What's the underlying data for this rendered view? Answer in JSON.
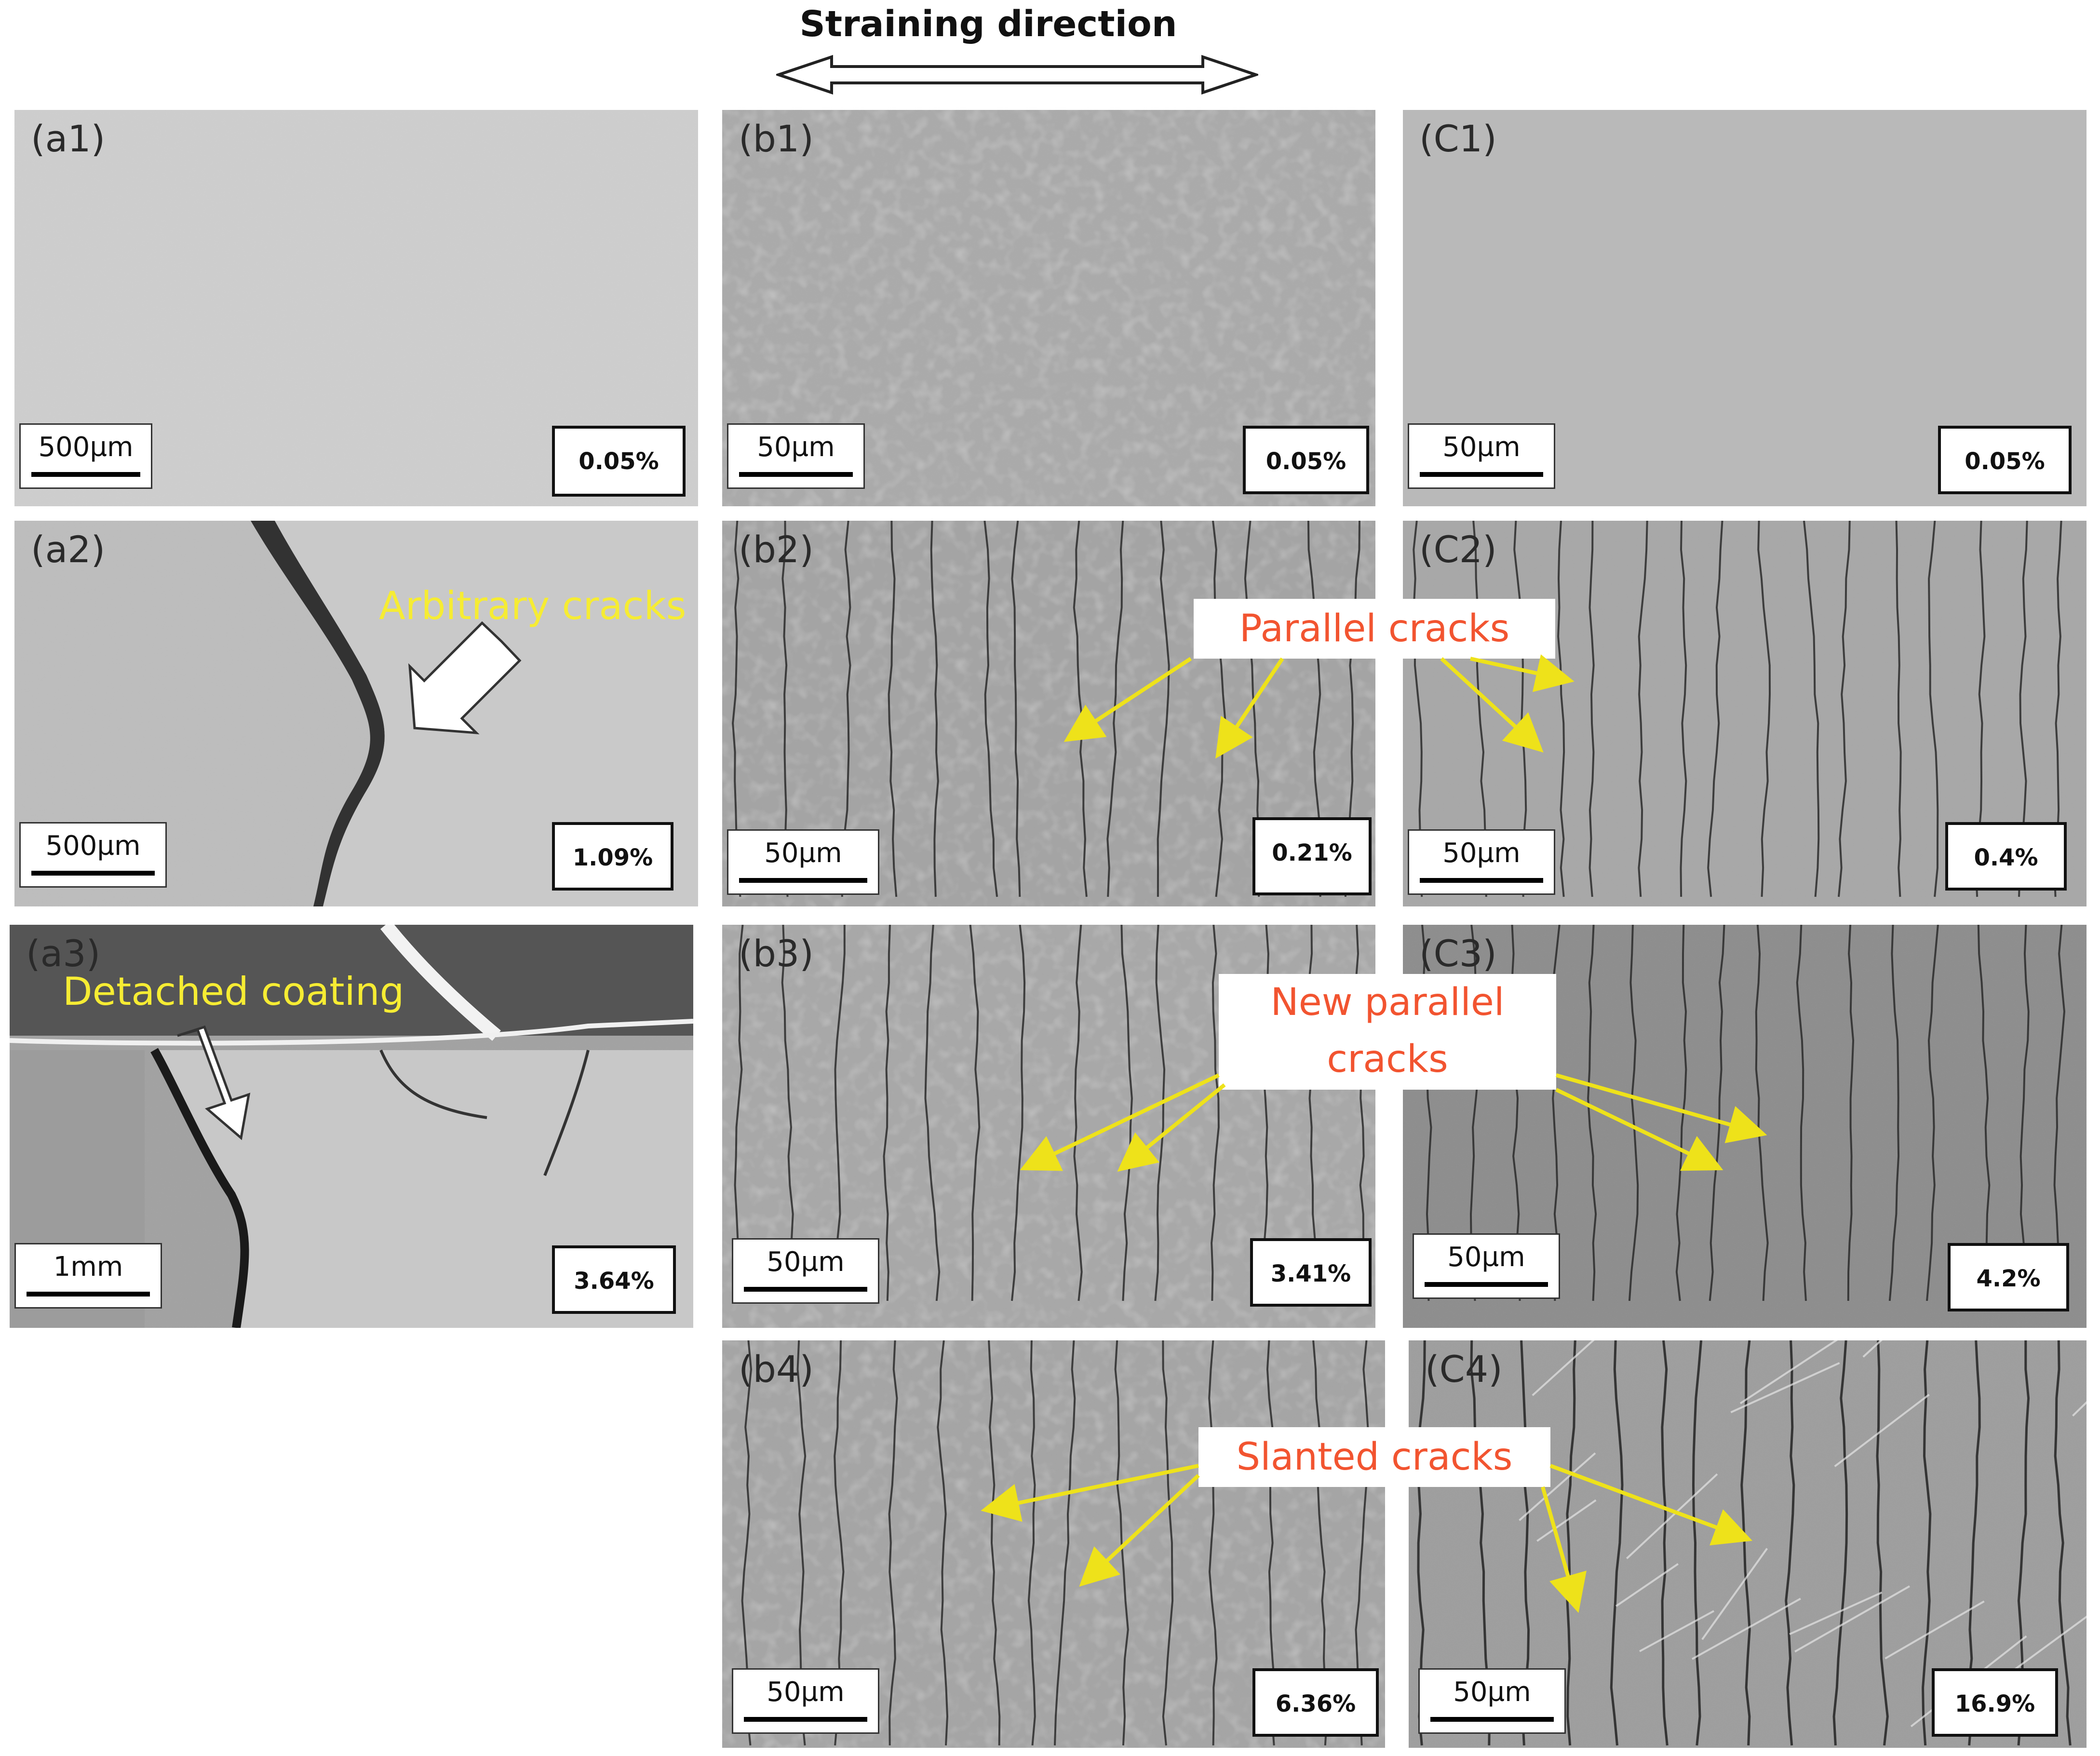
{
  "header": {
    "title": "Straining direction"
  },
  "panels": {
    "a1": {
      "label": "(a1)",
      "scale": "500µm",
      "strain": "0.05%"
    },
    "b1": {
      "label": "(b1)",
      "scale": "50µm",
      "strain": "0.05%"
    },
    "c1": {
      "label": "(C1)",
      "scale": "50µm",
      "strain": "0.05%"
    },
    "a2": {
      "label": "(a2)",
      "scale": "500µm",
      "strain": "1.09%"
    },
    "b2": {
      "label": "(b2)",
      "scale": "50µm",
      "strain": "0.21%"
    },
    "c2": {
      "label": "(C2)",
      "scale": "50µm",
      "strain": "0.4%"
    },
    "a3": {
      "label": "(a3)",
      "scale": "1mm",
      "strain": "3.64%"
    },
    "b3": {
      "label": "(b3)",
      "scale": "50µm",
      "strain": "3.41%"
    },
    "c3": {
      "label": "(C3)",
      "scale": "50µm",
      "strain": "4.2%"
    },
    "b4": {
      "label": "(b4)",
      "scale": "50µm",
      "strain": "6.36%"
    },
    "c4": {
      "label": "(C4)",
      "scale": "50µm",
      "strain": "16.9%"
    }
  },
  "annotations": {
    "arbitrary": "Arbitrary cracks",
    "detached": "Detached coating",
    "parallel": "Parallel cracks",
    "new_parallel_1": "New parallel",
    "new_parallel_2": "cracks",
    "slanted": "Slanted cracks"
  },
  "colors": {
    "annotation_yellow": "#f6ec33",
    "callout_orange": "#f25430",
    "arrow_yellow": "#eee21a"
  }
}
